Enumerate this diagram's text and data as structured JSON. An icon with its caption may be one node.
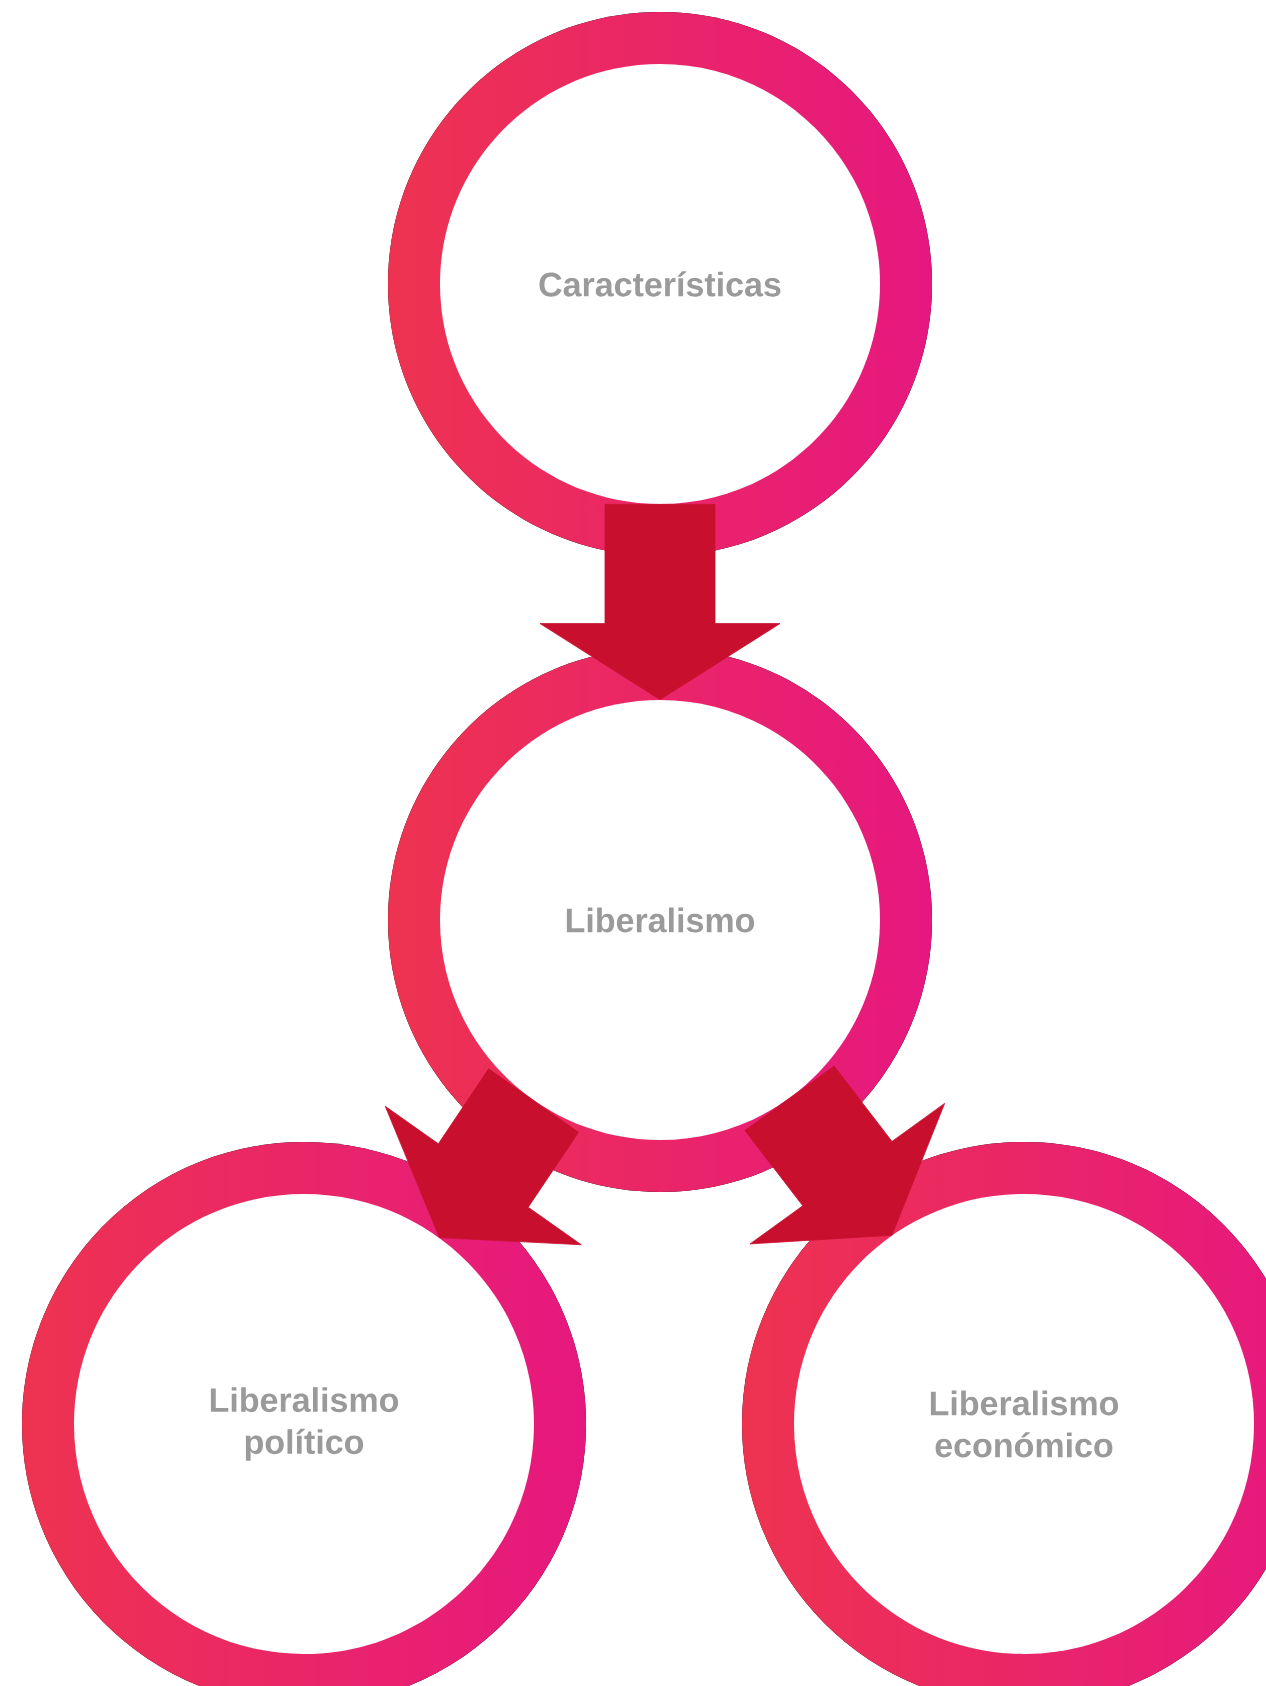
{
  "diagram": {
    "nodes": [
      {
        "text": [
          "Características"
        ]
      },
      {
        "text": [
          "Liberalismo"
        ]
      },
      {
        "text": [
          "Liberalismo político"
        ]
      },
      {
        "text": [
          "Liberalismo económico"
        ]
      }
    ],
    "edges": [
      {
        "from": 0,
        "to": 1,
        "arrow": "to"
      },
      {
        "from": 1,
        "to": 2,
        "arrow": "to"
      },
      {
        "from": 1,
        "to": 3,
        "arrow": "to"
      }
    ]
  }
}
